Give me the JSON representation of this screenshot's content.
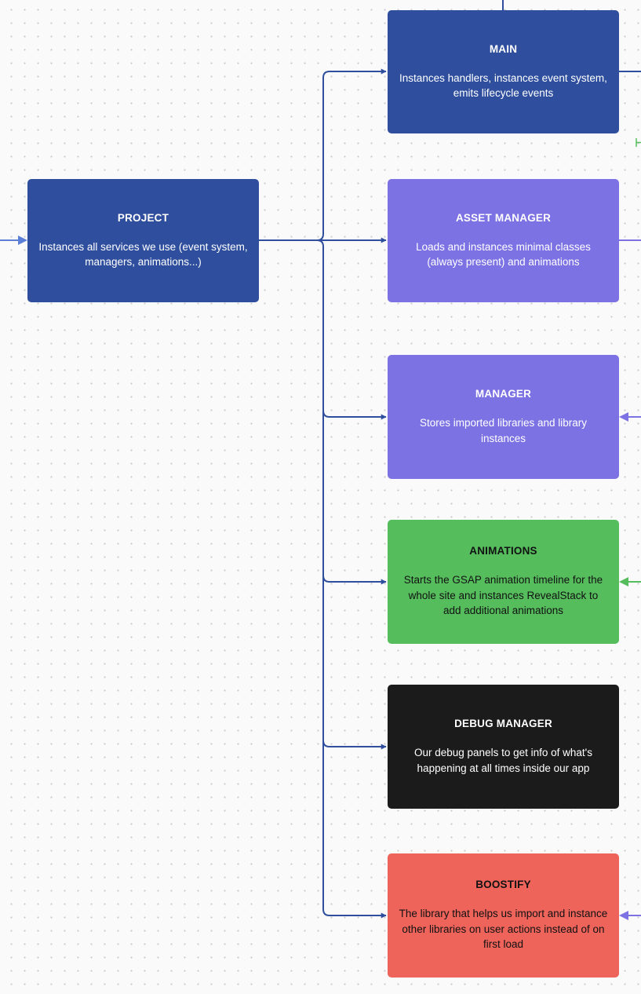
{
  "diagram": {
    "nodes": {
      "main": {
        "title": "MAIN",
        "description": "Instances handlers, instances event system, emits lifecycle events",
        "color": "#2f4f9e"
      },
      "project": {
        "title": "PROJECT",
        "description": "Instances all services we use (event system, managers, animations...)",
        "color": "#2f4f9e"
      },
      "asset_manager": {
        "title": "ASSET MANAGER",
        "description": "Loads and instances minimal classes (always present) and animations",
        "color": "#7c72e4"
      },
      "manager": {
        "title": "MANAGER",
        "description": "Stores imported libraries and library instances",
        "color": "#7c72e4"
      },
      "animations": {
        "title": "ANIMATIONS",
        "description": "Starts the GSAP animation timeline for the whole site and instances RevealStack to add additional animations",
        "color": "#56bd5d"
      },
      "debug_manager": {
        "title": "DEBUG MANAGER",
        "description": "Our debug panels to get info of what's happening at all times inside our app",
        "color": "#1b1b1b"
      },
      "boostify": {
        "title": "BOOSTIFY",
        "description": "The library that helps us import and instance other libraries on user actions instead of on first load",
        "color": "#ee645b"
      }
    },
    "edges": [
      {
        "from": "project",
        "to": "main"
      },
      {
        "from": "project",
        "to": "asset_manager"
      },
      {
        "from": "project",
        "to": "manager"
      },
      {
        "from": "project",
        "to": "animations"
      },
      {
        "from": "project",
        "to": "debug_manager"
      },
      {
        "from": "project",
        "to": "boostify"
      }
    ],
    "colors": {
      "connector": "#2f4f9e",
      "incoming_blue": "#5b7fd6",
      "incoming_purple": "#7c72e4",
      "incoming_green": "#56bd5d"
    }
  }
}
